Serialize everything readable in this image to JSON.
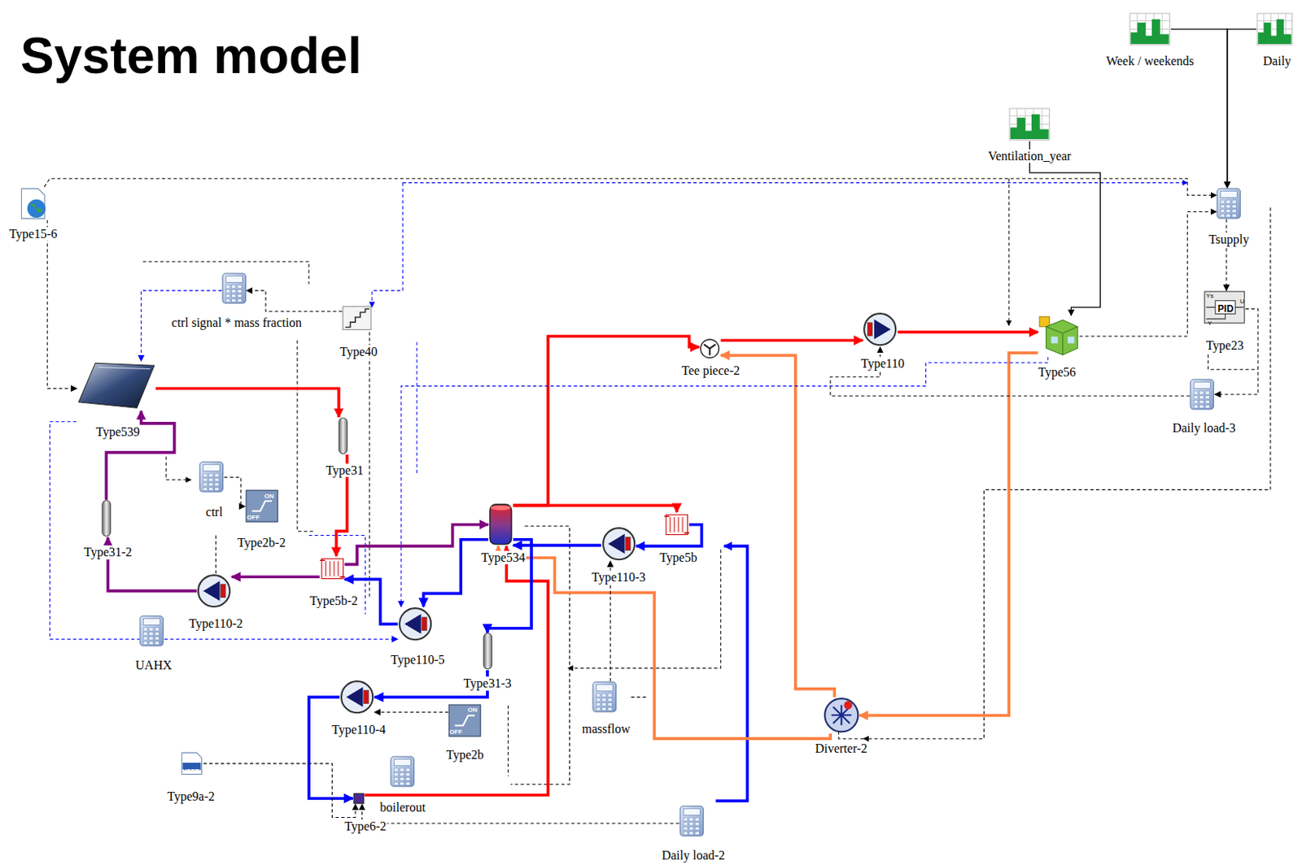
{
  "diagram": {
    "title": "System model",
    "nodes": [
      {
        "text": [
          "Week / weekends"
        ]
      },
      {
        "text": [
          "Daily"
        ]
      },
      {
        "text": [
          "Ventilation_year"
        ]
      },
      {
        "text": [
          "Type15-6"
        ]
      },
      {
        "text": [
          "Tsupply"
        ]
      },
      {
        "text": [
          "ctrl signal * mass fraction"
        ]
      },
      {
        "text": [
          "Type40"
        ]
      },
      {
        "text": [
          "Type23"
        ]
      },
      {
        "text": [
          "Type110"
        ]
      },
      {
        "text": [
          "Tee piece-2"
        ]
      },
      {
        "text": [
          "Type56"
        ]
      },
      {
        "text": [
          "Type539"
        ]
      },
      {
        "text": [
          "Daily load-3"
        ]
      },
      {
        "text": [
          "Type31"
        ]
      },
      {
        "text": [
          "ctrl"
        ]
      },
      {
        "text": [
          "Type2b-2"
        ]
      },
      {
        "text": [
          "Type534"
        ]
      },
      {
        "text": [
          "Type5b"
        ]
      },
      {
        "text": [
          "Type31-2"
        ]
      },
      {
        "text": [
          "Type110-3"
        ]
      },
      {
        "text": [
          "Type5b-2"
        ]
      },
      {
        "text": [
          "Type110-2"
        ]
      },
      {
        "text": [
          "Type110-5"
        ]
      },
      {
        "text": [
          "UAHX"
        ]
      },
      {
        "text": [
          "Type31-3"
        ]
      },
      {
        "text": [
          "Type110-4"
        ]
      },
      {
        "text": [
          "Type2b"
        ]
      },
      {
        "text": [
          "massflow"
        ]
      },
      {
        "text": [
          "Diverter-2"
        ]
      },
      {
        "text": [
          "Type9a-2"
        ]
      },
      {
        "text": [
          "boilerout"
        ]
      },
      {
        "text": [
          "Type6-2"
        ]
      },
      {
        "text": [
          "Daily load-2"
        ]
      }
    ],
    "edges": [
      {
        "from": 11,
        "to": 13,
        "arrow": "to"
      },
      {
        "from": 13,
        "to": 20,
        "arrow": "to"
      },
      {
        "from": 20,
        "to": 21,
        "arrow": "to"
      },
      {
        "from": 21,
        "to": 18,
        "arrow": "to"
      },
      {
        "from": 18,
        "to": 11,
        "arrow": "to"
      },
      {
        "from": 20,
        "to": 16,
        "arrow": "to"
      },
      {
        "from": 16,
        "to": 22,
        "arrow": "to"
      },
      {
        "from": 22,
        "to": 20,
        "arrow": "to"
      },
      {
        "from": 16,
        "to": 9,
        "arrow": "to"
      },
      {
        "from": 9,
        "to": 8,
        "arrow": "to"
      },
      {
        "from": 8,
        "to": 10,
        "arrow": "to"
      },
      {
        "from": 10,
        "to": 28,
        "arrow": "to"
      },
      {
        "from": 28,
        "to": 9,
        "arrow": "to"
      },
      {
        "from": 28,
        "to": 16,
        "arrow": "to"
      },
      {
        "from": 16,
        "to": 17,
        "arrow": "to"
      },
      {
        "from": 17,
        "to": 19,
        "arrow": "to"
      },
      {
        "from": 19,
        "to": 16,
        "arrow": "to"
      },
      {
        "from": 31,
        "to": 16,
        "arrow": "to"
      },
      {
        "from": 25,
        "to": 31,
        "arrow": "to"
      },
      {
        "from": 24,
        "to": 25,
        "arrow": "to"
      },
      {
        "from": 16,
        "to": 24,
        "arrow": "to"
      },
      {
        "from": 3,
        "to": 4,
        "arrow": "to"
      },
      {
        "from": 3,
        "to": 11,
        "arrow": "to"
      },
      {
        "from": 0,
        "to": 4,
        "arrow": "to"
      },
      {
        "from": 1,
        "to": 4,
        "arrow": "to"
      },
      {
        "from": 2,
        "to": 10,
        "arrow": "to"
      },
      {
        "from": 10,
        "to": 4,
        "arrow": "to"
      },
      {
        "from": 4,
        "to": 7,
        "arrow": "to"
      },
      {
        "from": 7,
        "to": 12,
        "arrow": "to"
      },
      {
        "from": 12,
        "to": 8,
        "arrow": "to"
      },
      {
        "from": 10,
        "to": 22,
        "arrow": "to"
      },
      {
        "from": 5,
        "to": 11,
        "arrow": "to"
      },
      {
        "from": 6,
        "to": 5,
        "arrow": "to"
      },
      {
        "from": 14,
        "to": 15,
        "arrow": "to"
      },
      {
        "from": 26,
        "to": 25,
        "arrow": "to"
      },
      {
        "from": 29,
        "to": 31,
        "arrow": "to"
      },
      {
        "from": 32,
        "to": 31,
        "arrow": "to"
      },
      {
        "from": 23,
        "to": 22,
        "arrow": "to"
      },
      {
        "from": 27,
        "to": 19,
        "arrow": "to"
      }
    ],
    "labels": [
      "Ys",
      "PID",
      "U",
      "Y",
      "ON",
      "OFF",
      "ON",
      "OFF",
      "USER"
    ]
  }
}
